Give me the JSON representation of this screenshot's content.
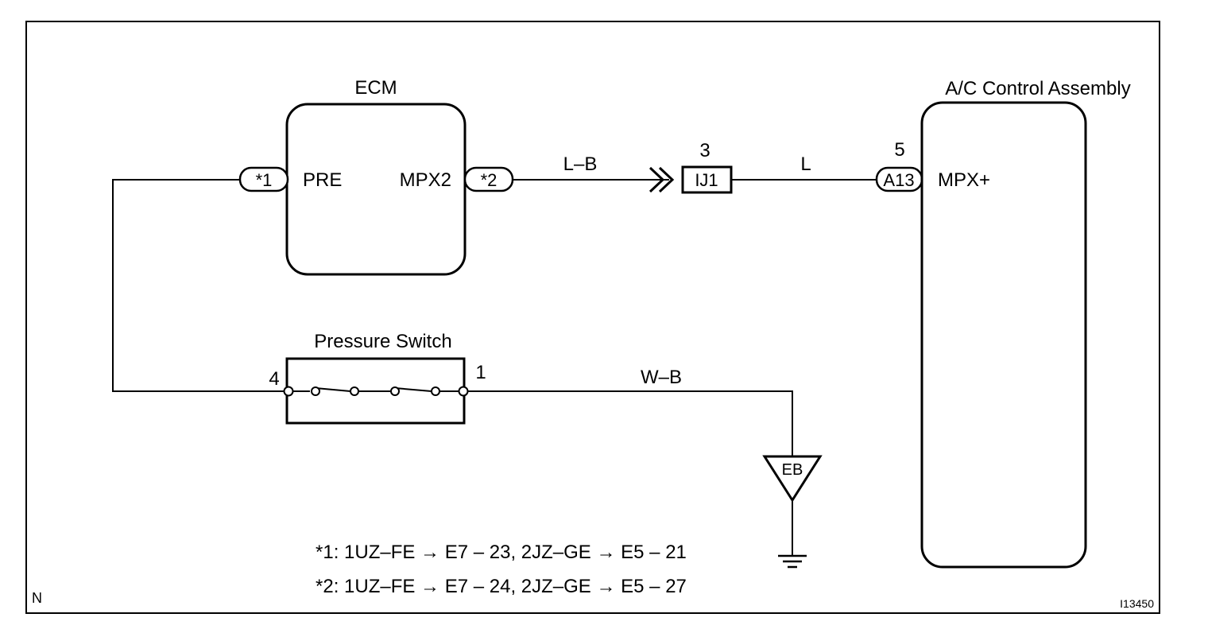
{
  "ecm": {
    "title": "ECM",
    "pin_left": "PRE",
    "pin_right": "MPX2",
    "conn_left": "*1",
    "conn_right": "*2"
  },
  "ac_control": {
    "title": "A/C Control Assembly",
    "pin": "MPX+",
    "connector": "A13",
    "connector_pin": "5"
  },
  "junction": {
    "label": "IJ1",
    "pin": "3"
  },
  "wires": {
    "ecm_to_junction": "L–B",
    "junction_to_ac": "L",
    "switch_to_ground": "W–B"
  },
  "pressure_switch": {
    "title": "Pressure Switch",
    "pin_left": "4",
    "pin_right": "1"
  },
  "ground": {
    "label": "EB"
  },
  "notes": [
    "*1: 1UZ–FE → E7 – 23, 2JZ–GE → E5 – 21",
    "*2: 1UZ–FE → E7 – 24, 2JZ–GE → E5 – 27"
  ],
  "corner_left": "N",
  "figure_id": "I13450"
}
